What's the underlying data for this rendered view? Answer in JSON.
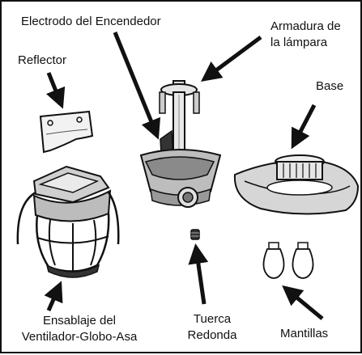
{
  "labels": {
    "electrodo": "Electrodo del Encendedor",
    "armadura_l1": "Armadura de",
    "armadura_l2": "la lámpara",
    "reflector": "Reflector",
    "base": "Base",
    "ensamblaje_l1": "Ensablaje del",
    "ensamblaje_l2": "Ventilador-Globo-Asa",
    "tuerca_l1": "Tuerca",
    "tuerca_l2": "Redonda",
    "mantillas": "Mantillas"
  },
  "colors": {
    "ink": "#111111",
    "light": "#e8e8e8",
    "mid": "#9a9a9a",
    "dark": "#2a2a2a"
  }
}
